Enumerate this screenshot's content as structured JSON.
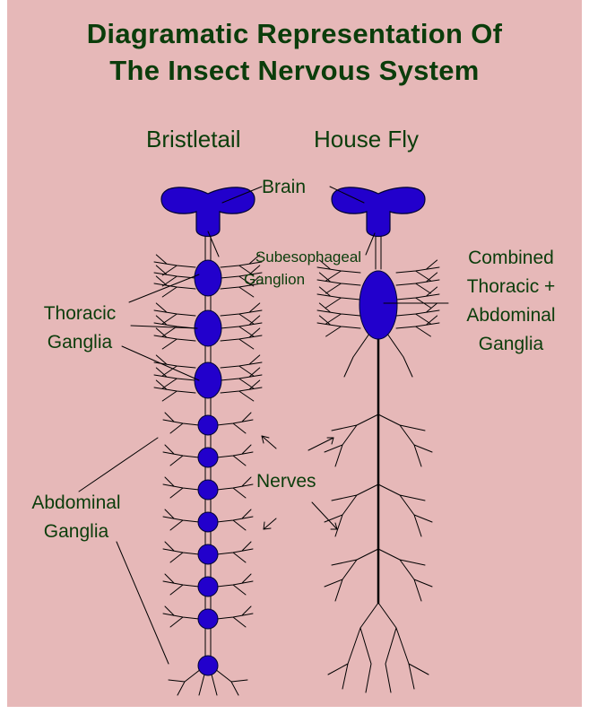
{
  "title": {
    "line1": "Diagramatic Representation Of",
    "line2": "The Insect Nervous System"
  },
  "columns": {
    "left": "Bristletail",
    "right": "House Fly"
  },
  "labels": {
    "brain": "Brain",
    "subesophageal_line1": "Subesophageal",
    "subesophageal_line2": "Ganglion",
    "thoracic_line1": "Thoracic",
    "thoracic_line2": "Ganglia",
    "combined_line1": "Combined",
    "combined_line2": "Thoracic +",
    "combined_line3": "Abdominal",
    "combined_line4": "Ganglia",
    "nerves": "Nerves",
    "abdominal_line1": "Abdominal",
    "abdominal_line2": "Ganglia"
  },
  "colors": {
    "background": "#e6b8b8",
    "text": "#0b3d0b",
    "ganglion_fill": "#2200cc",
    "nerve_stroke": "#000000"
  }
}
